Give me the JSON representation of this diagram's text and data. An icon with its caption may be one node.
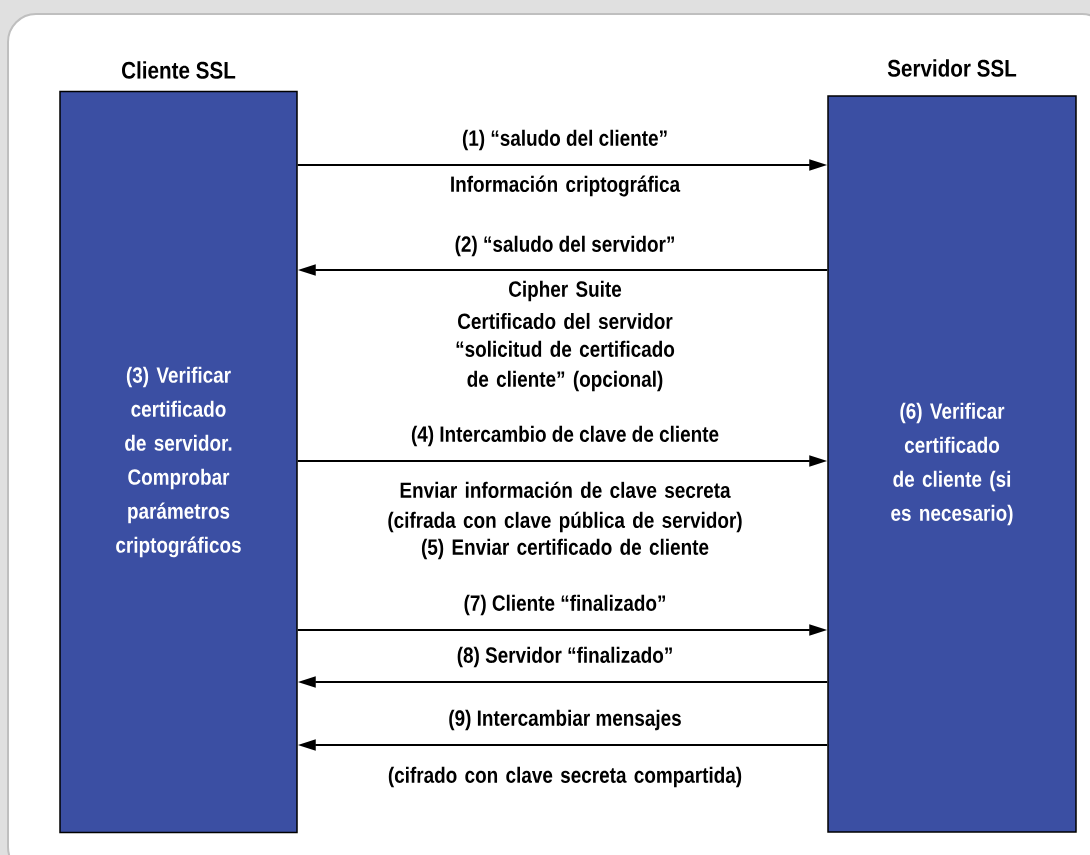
{
  "diagram": {
    "nodes": [
      {
        "text": [
          "Cliente SSL",
          "(3) Verificar certificado de servidor. Comprobar parámetros criptográficos"
        ]
      },
      {
        "text": [
          "Servidor SSL",
          "(6) Verificar certificado de cliente (si es necesario)"
        ]
      }
    ],
    "edges": [
      {
        "from": 0,
        "to": 1,
        "arrow": "to",
        "label": "(1) “saludo del cliente”"
      },
      {
        "from": 1,
        "to": 0,
        "arrow": "to",
        "label": "(2) “saludo del servidor”"
      },
      {
        "from": 0,
        "to": 1,
        "arrow": "to",
        "label": "(4) Intercambio de clave de cliente"
      },
      {
        "from": 0,
        "to": 1,
        "arrow": "to",
        "label": "(7) Cliente “finalizado”"
      },
      {
        "from": 1,
        "to": 0,
        "arrow": "to",
        "label": "(8) Servidor “finalizado”"
      },
      {
        "from": 1,
        "to": 0,
        "arrow": "to",
        "label": "(9) Intercambiar mensajes"
      }
    ],
    "labels": [
      "Información criptográfica",
      "Cipher Suite",
      "Certificado del servidor",
      "“solicitud de certificado de cliente” (opcional)",
      "Enviar información de clave secreta (cifrada con clave pública de servidor)",
      "(5) Enviar certificado de cliente",
      "(cifrado con clave secreta compartida)"
    ]
  }
}
